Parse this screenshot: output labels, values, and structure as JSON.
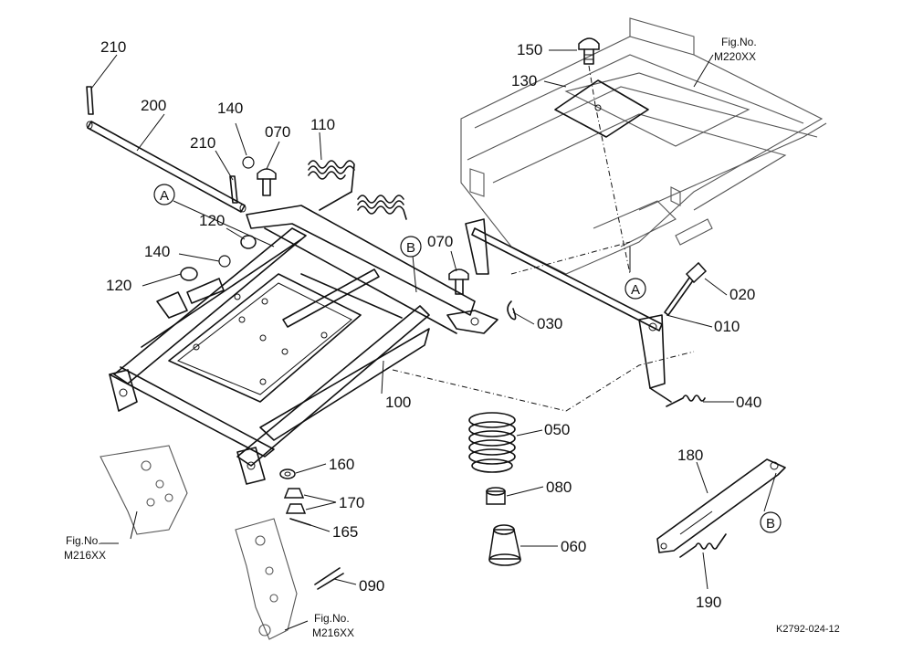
{
  "callouts": {
    "p210a": "210",
    "p200": "200",
    "p140a": "140",
    "p070a": "070",
    "p110": "110",
    "p210b": "210",
    "p120a": "120",
    "p140b": "140",
    "p120b": "120",
    "p070b": "070",
    "p150": "150",
    "p130": "130",
    "p020": "020",
    "p010": "010",
    "p030": "030",
    "p100": "100",
    "p040": "040",
    "p050": "050",
    "p160": "160",
    "p170": "170",
    "p165": "165",
    "p080": "080",
    "p060": "060",
    "p090": "090",
    "p180": "180",
    "p190": "190"
  },
  "markers": {
    "a_left": "A",
    "a_right": "A",
    "b_top": "B",
    "b_right": "B"
  },
  "fig_refs": {
    "top_right_label": "Fig.No.",
    "top_right_code": "M220XX",
    "left_label": "Fig.No.",
    "left_code": "M216XX",
    "bottom_label": "Fig.No.",
    "bottom_code": "M216XX"
  },
  "drawing_code": "K2792-024-12"
}
